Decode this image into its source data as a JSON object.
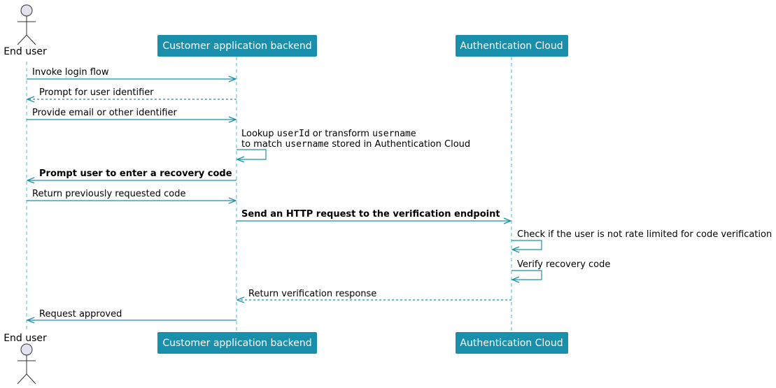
{
  "colors": {
    "accent": "#1a8fab",
    "lifeline": "#4bb8d6",
    "actor_fill": "#e2e2f0",
    "actor_stroke": "#333333",
    "text": "#000000",
    "box_text": "#ffffff"
  },
  "participants": {
    "end_user": {
      "label": "End user",
      "icon": "stick-figure-actor"
    },
    "backend": {
      "label": "Customer application backend"
    },
    "auth_cloud": {
      "label": "Authentication Cloud"
    }
  },
  "messages": {
    "m1": "Invoke login flow",
    "m2": "Prompt for user identifier",
    "m3": "Provide email or other identifier",
    "m4": {
      "line1_a": "Lookup ",
      "line1_b": "userId",
      "line1_c": " or transform ",
      "line1_d": "username",
      "line2_a": "to match ",
      "line2_b": "username",
      "line2_c": " stored in Authentication Cloud"
    },
    "m5": "Prompt user to enter a recovery code",
    "m6": "Return previously requested code",
    "m7": "Send an HTTP request to the verification endpoint",
    "m8": "Check if the user is not rate limited for code verification",
    "m9": "Verify recovery code",
    "m10": "Return verification response",
    "m11": "Request approved"
  }
}
